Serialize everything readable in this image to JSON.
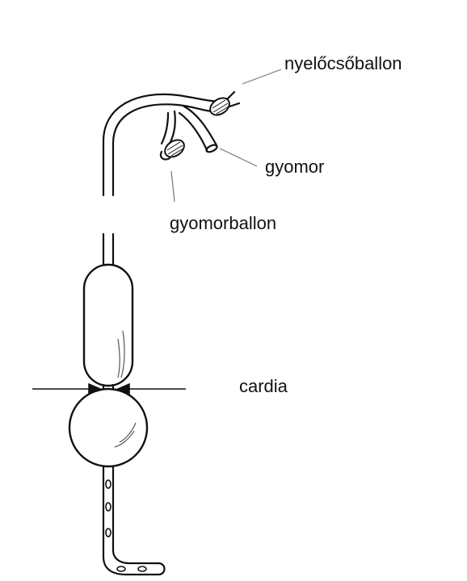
{
  "labels": {
    "esophageal_balloon": "nyelőcsőballon",
    "stomach": "gyomor",
    "gastric_balloon": "gyomorballon",
    "cardia": "cardia"
  },
  "colors": {
    "background": "#ffffff",
    "line": "#111111",
    "leader": "#777777"
  }
}
